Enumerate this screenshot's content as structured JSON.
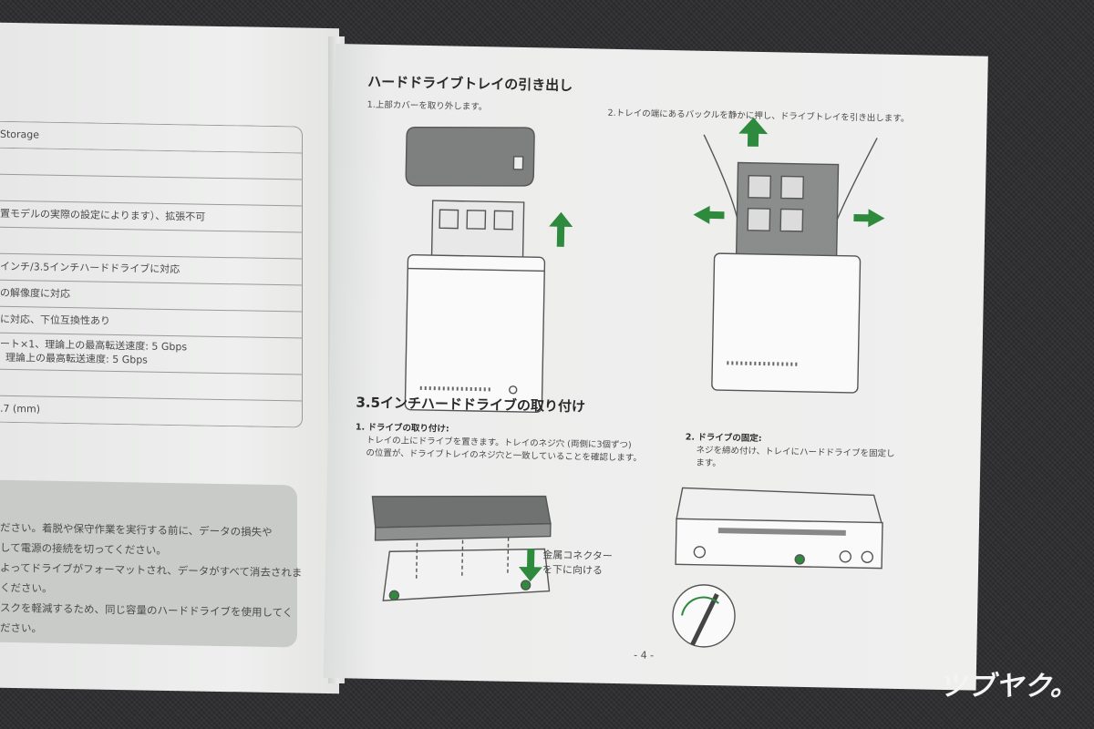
{
  "left_page": {
    "spec_rows": [
      "Storage",
      "",
      "",
      "置モデルの実際の設定によります）、拡張不可",
      "",
      "インチ/3.5インチハードドライブに対応",
      "の解像度に対応",
      "に対応、下位互換性あり",
      "ート×1、理論上の最高転送速度: 5 Gbps",
      "",
      ".7 (mm)"
    ],
    "spec_row_tall_second_line": "理論上の最高転送速度: 5 Gbps",
    "warnings": [
      "ださい。着脱や保守作業を実行する前に、データの損失や",
      "して電源の接続を切ってください。",
      "よってドライブがフォーマットされ、データがすべて消去されま",
      "ください。",
      "スクを軽減するため、同じ容量のハードドライブを使用してく",
      "ださい。"
    ]
  },
  "right_page": {
    "section1": {
      "title": "ハードドライブトレイの引き出し",
      "step1": "1.上部カバーを取り外します。",
      "step2": "2.トレイの端にあるバックルを静かに押し、ドライブトレイを引き出します。"
    },
    "section2": {
      "title": "3.5インチハードドライブの取り付け",
      "step1_title": "1. ドライブの取り付け:",
      "step1_line1": "トレイの上にドライブを置きます。トレイのネジ穴 (両側に3個ずつ)",
      "step1_line2": "の位置が、ドライブトレイのネジ穴と一致していることを確認します。",
      "step2_title": "2. ドライブの固定:",
      "step2_line1": "ネジを締め付け、トレイにハードドライブを固定し",
      "step2_line2": "ます。",
      "callout_line1": "金属コネクター",
      "callout_line2": "を下に向ける"
    },
    "page_number": "- 4 -"
  },
  "watermark": "ツブヤク。",
  "colors": {
    "accent_green": "#2e8b3e",
    "ink": "#3a3a3a"
  }
}
